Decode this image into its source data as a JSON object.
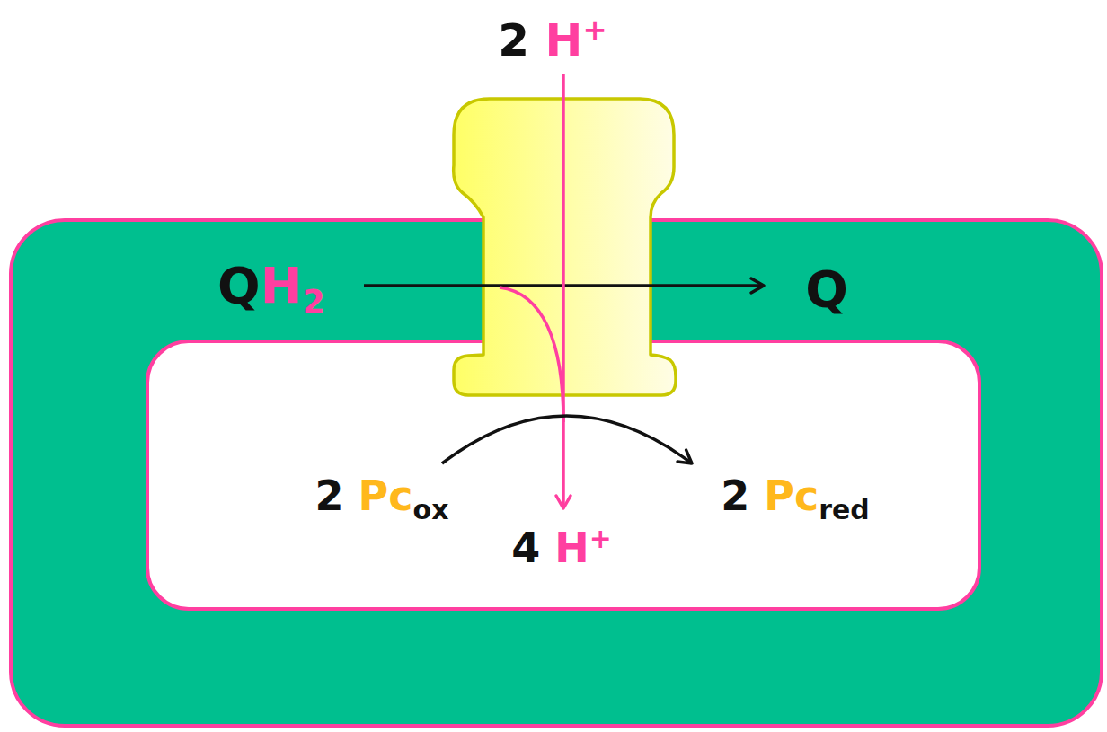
{
  "diagram": {
    "nodes": [
      {
        "text": [
          "QH2",
          "Q"
        ]
      },
      {
        "text": [
          "2 Pcox",
          "4 H+",
          "2 Pcred"
        ],
        "in": 0
      }
    ],
    "labels": [
      "2 H+"
    ]
  }
}
